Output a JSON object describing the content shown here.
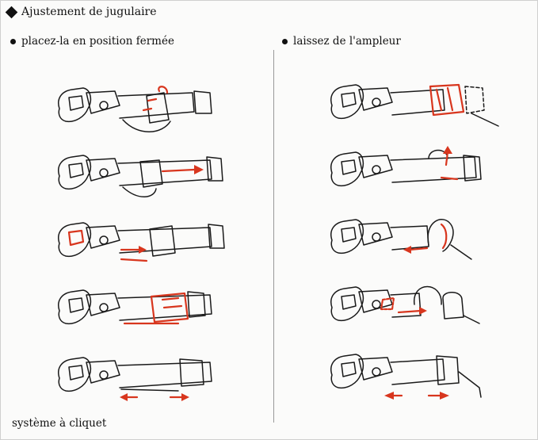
{
  "header": {
    "title": "Ajustement de jugulaire",
    "title_icon": "diamond-bullet-icon"
  },
  "columns": {
    "left": {
      "heading": "placez-la en position fermée"
    },
    "right": {
      "heading": "laissez de l'ampleur"
    }
  },
  "footer": {
    "caption": "système à cliquet"
  },
  "colors": {
    "accent": "#d8361e",
    "ink": "#1a1a1a"
  }
}
